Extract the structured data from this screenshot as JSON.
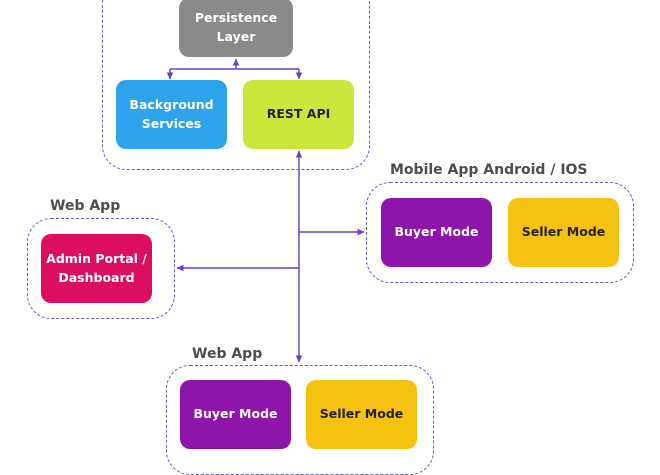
{
  "colors": {
    "connector": "#6a3fc9",
    "group_border": "#5b5fc7",
    "persistence": "#8a8a8a",
    "background_services": "#2fa2ec",
    "rest_api": "#cde63c",
    "admin_portal": "#dc0e62",
    "buyer_mode": "#8e15aa",
    "seller_mode": "#f5c211"
  },
  "backend": {
    "persistence_layer": "Persistence Layer",
    "background_services": "Background Services",
    "rest_api": "REST API"
  },
  "web_app_admin": {
    "title": "Web App",
    "admin_portal": "Admin Portal / Dashboard"
  },
  "mobile_app": {
    "title": "Mobile App Android / IOS",
    "buyer_mode": "Buyer Mode",
    "seller_mode": "Seller Mode"
  },
  "web_app_store": {
    "title": "Web App",
    "buyer_mode": "Buyer Mode",
    "seller_mode": "Seller Mode"
  }
}
